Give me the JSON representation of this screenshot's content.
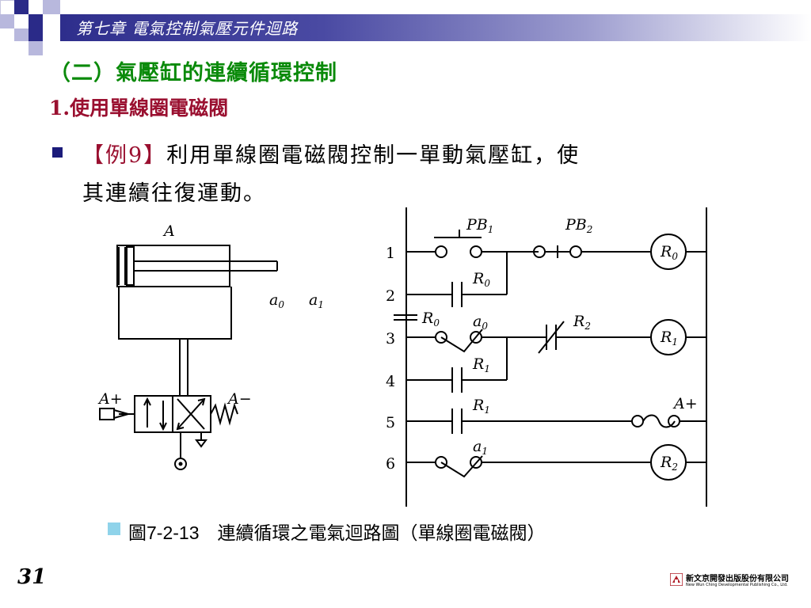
{
  "header": {
    "chapter_title": "第七章 電氣控制氣壓元件迴路"
  },
  "section_title": "（二）氣壓缸的連續循環控制",
  "subsection_title": "1.使用單線圈電磁閥",
  "bullet": {
    "example_label": "【例9】",
    "line1_rest": "利用單線圈電磁閥控制一單動氣壓缸，使",
    "line2": "其連續往復運動。"
  },
  "cylinder": {
    "label": "A",
    "sensor_a0": "a",
    "sensor_a0_sub": "0",
    "sensor_a1": "a",
    "sensor_a1_sub": "1",
    "valve_left": "A+",
    "valve_right": "A−"
  },
  "ladder": {
    "rungs": [
      "1",
      "2",
      "3",
      "4",
      "5",
      "6"
    ],
    "pb1": "PB",
    "pb1_sub": "1",
    "pb2": "PB",
    "pb2_sub": "2",
    "r0": "R",
    "r0_sub": "0",
    "r1": "R",
    "r1_sub": "1",
    "r2": "R",
    "r2_sub": "2",
    "a0": "a",
    "a0_sub": "0",
    "a1": "a",
    "a1_sub": "1",
    "aplus": "A+"
  },
  "caption": "圖7-2-13　連續循環之電氣迴路圖（單線圈電磁閥）",
  "page_number": "31",
  "publisher": {
    "name_cn": "新文京開發出版股份有限公司",
    "name_en": "New Wun Ching Developmental Publishing Co., Ltd."
  },
  "colors": {
    "section_title": "#0a8a0a",
    "subsection_title": "#9a1030",
    "header_bar": "#2e2e8c",
    "bullet": "#1b1b7a",
    "caption_marker": "#8fd3ea"
  }
}
